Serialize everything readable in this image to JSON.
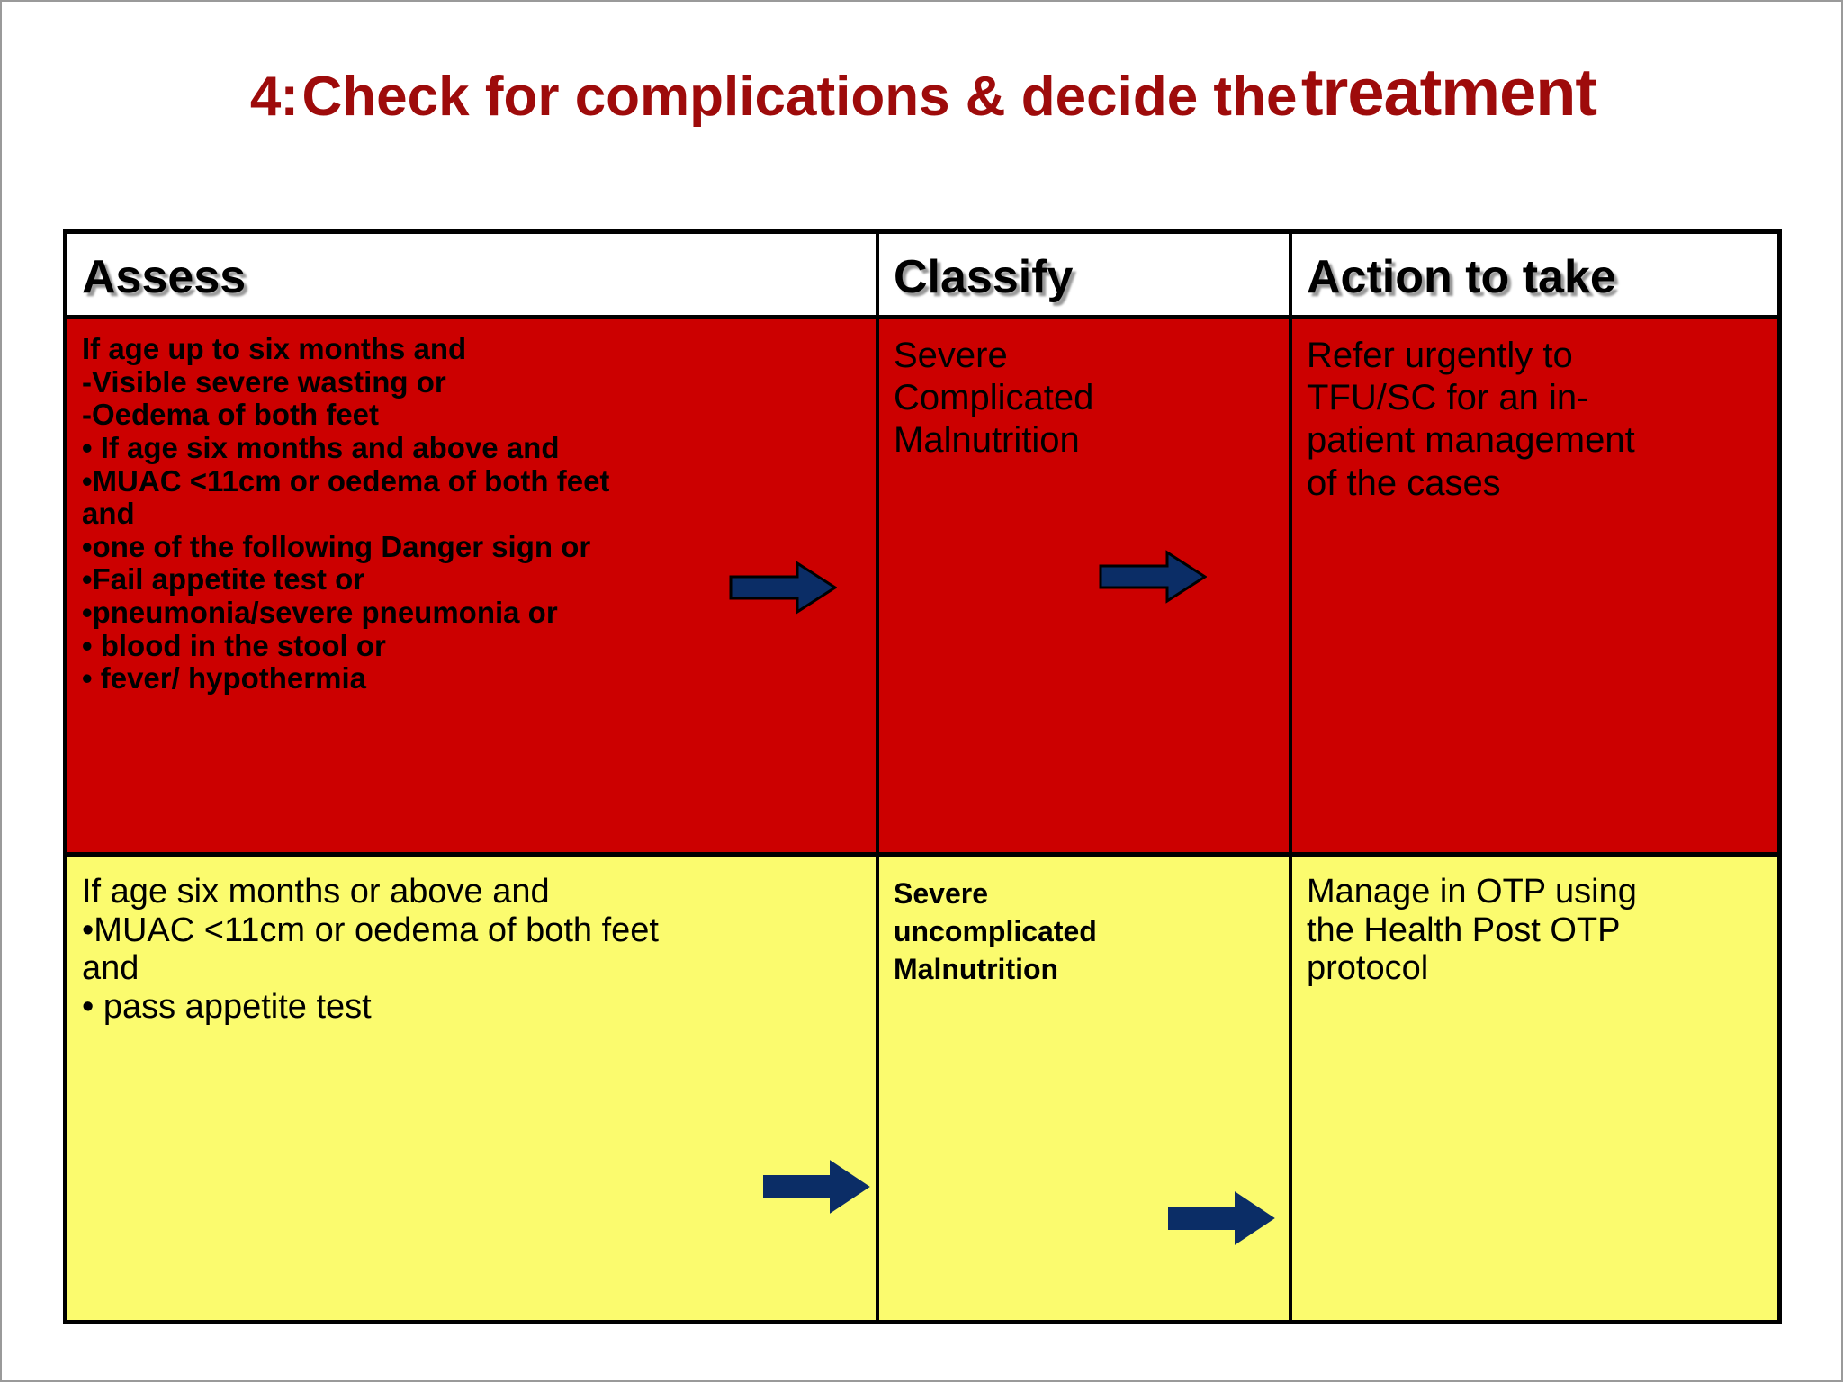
{
  "slide": {
    "title": {
      "number": "4:",
      "main": "Check for complications & decide the",
      "emphasis": "treatment"
    },
    "colors": {
      "title_red": "#9E0B0B",
      "row_severe_complicated_bg": "#CC0000",
      "row_severe_uncomplicated_bg": "#FBFB6E",
      "arrow_fill": "#0B2D66",
      "arrow_stroke": "#000000",
      "table_border": "#000000",
      "text": "#000000"
    }
  },
  "table": {
    "headers": {
      "assess": "Assess",
      "classify": "Classify",
      "action": "Action to take"
    },
    "rows": [
      {
        "id": "severe-complicated",
        "bg": "#CC0000",
        "assess_lines": [
          "If age up to six months and",
          "-Visible severe wasting  or",
          "-Oedema of both feet",
          "• If age six months and above and",
          "•MUAC <11cm or oedema of both feet",
          "and",
          "•one of the following Danger sign or",
          "•Fail  appetite test or",
          "•pneumonia/severe pneumonia or",
          "• blood in the stool or",
          "• fever/ hypothermia"
        ],
        "classify_lines": [
          "Severe",
          "Complicated",
          "Malnutrition"
        ],
        "action_lines": [
          "Refer urgently to",
          "TFU/SC for an in-",
          "patient management",
          "of the cases"
        ],
        "arrow_assess": "right-arrow-icon",
        "arrow_classify": "right-arrow-icon"
      },
      {
        "id": "severe-uncomplicated",
        "bg": "#FBFB6E",
        "assess_lines": [
          "If age six months or above and",
          "•MUAC <11cm or oedema of both feet",
          "and",
          "• pass appetite test"
        ],
        "classify_lines": [
          "Severe",
          "uncomplicated",
          "Malnutrition"
        ],
        "action_lines": [
          "Manage in OTP using",
          "the Health Post OTP",
          "protocol"
        ],
        "arrow_assess": "right-arrow-icon",
        "arrow_classify": "right-arrow-icon"
      }
    ]
  }
}
